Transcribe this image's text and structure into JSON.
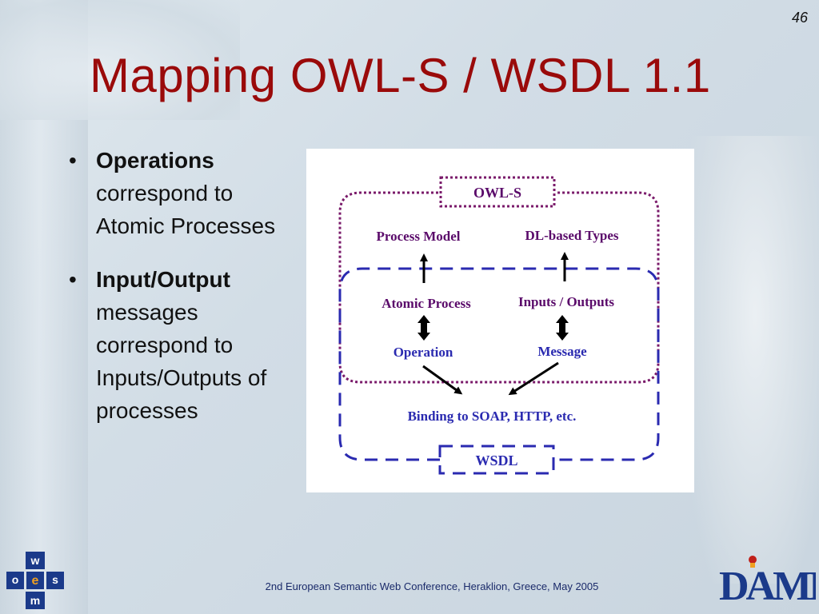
{
  "slide": {
    "page_number": "46",
    "title": "Mapping OWL-S / WSDL 1.1",
    "footer": "2nd European Semantic Web Conference, Heraklion, Greece, May 2005"
  },
  "bullets": [
    {
      "bold": "Operations",
      "text": "correspond to Atomic Processes"
    },
    {
      "bold": "Input/Output",
      "text": "messages correspond to Inputs/Outputs of processes"
    }
  ],
  "diagram": {
    "owls_label": "OWL-S",
    "wsdl_label": "WSDL",
    "process_model": "Process Model",
    "dl_types": "DL-based Types",
    "atomic_process": "Atomic Process",
    "inputs_outputs": "Inputs / Outputs",
    "operation": "Operation",
    "message": "Message",
    "binding": "Binding to SOAP, HTTP, etc."
  },
  "logos": {
    "woesm_letters": [
      "w",
      "o",
      "e",
      "s",
      "m"
    ],
    "daml_text": "DAML"
  },
  "colors": {
    "title": "#9a0a0a",
    "owls_box": "#7a1a6a",
    "wsdl_box": "#2a2ab0",
    "diagram_text": "#2a2ab0",
    "diagram_text_dark": "#5a0a6a"
  }
}
